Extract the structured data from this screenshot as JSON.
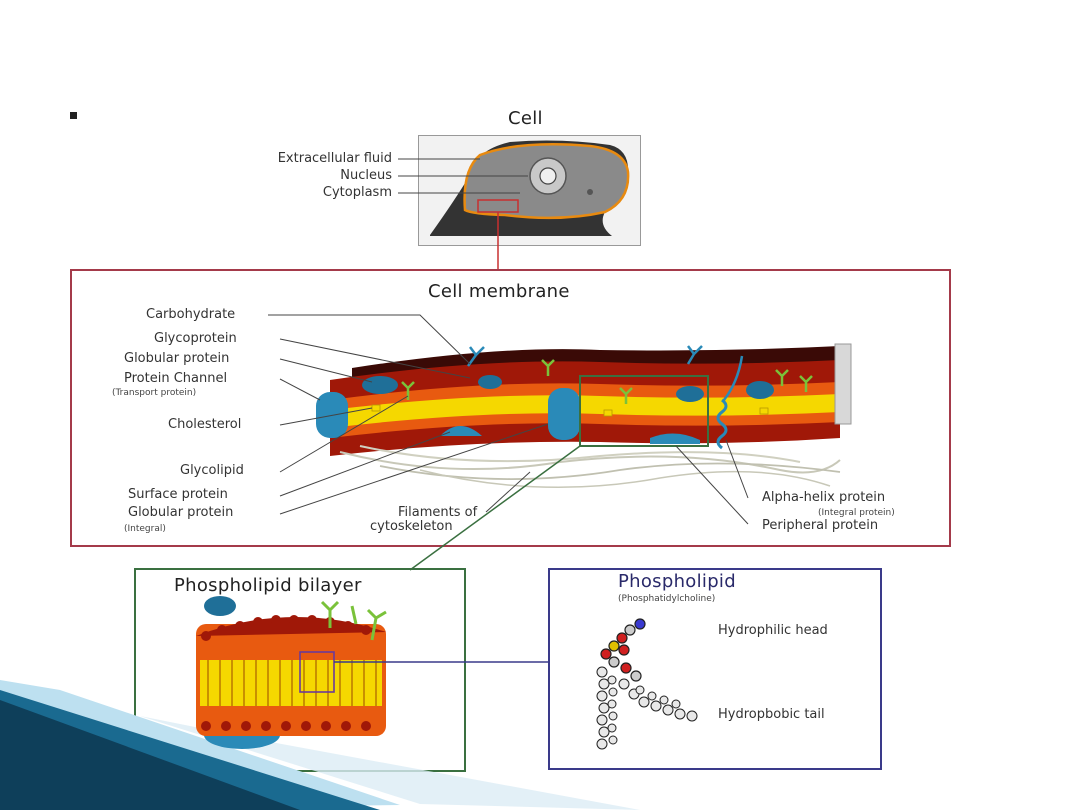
{
  "cell": {
    "title": "Cell",
    "labels": {
      "extracellular_fluid": "Extracellular fluid",
      "nucleus": "Nucleus",
      "cytoplasm": "Cytoplasm"
    }
  },
  "membrane": {
    "title": "Cell membrane",
    "labels": {
      "carbohydrate": "Carbohydrate",
      "glycoprotein": "Glycoprotein",
      "globular_protein": "Globular protein",
      "protein_channel": "Protein Channel",
      "transport_protein": "(Transport protein)",
      "cholesterol": "Cholesterol",
      "glycolipid": "Glycolipid",
      "surface_protein": "Surface protein",
      "globular_protein_integral": "Globular protein",
      "integral": "(Integral)",
      "filaments": "Filaments of",
      "cytoskeleton": "cytoskeleton",
      "alpha_helix": "Alpha-helix protein",
      "integral_protein": "(Integral protein)",
      "peripheral_protein": "Peripheral protein"
    }
  },
  "bilayer": {
    "title": "Phospholipid bilayer"
  },
  "phospholipid": {
    "title": "Phospholipid",
    "subtitle": "(Phosphatidylcholine)",
    "hydrophilic_head": "Hydrophilic head",
    "hydrophobic_tail": "Hydropbobic tail"
  },
  "colors": {
    "membrane_frame": "#a43a4a",
    "bilayer_frame": "#3a7040",
    "phospholipid_frame": "#3a3a8a",
    "protein_blue": "#2a8ab8",
    "lipid_yellow": "#f5d800",
    "lipid_orange": "#e85a10",
    "lipid_red": "#a01808",
    "slide_accent": "#1a6a90"
  }
}
